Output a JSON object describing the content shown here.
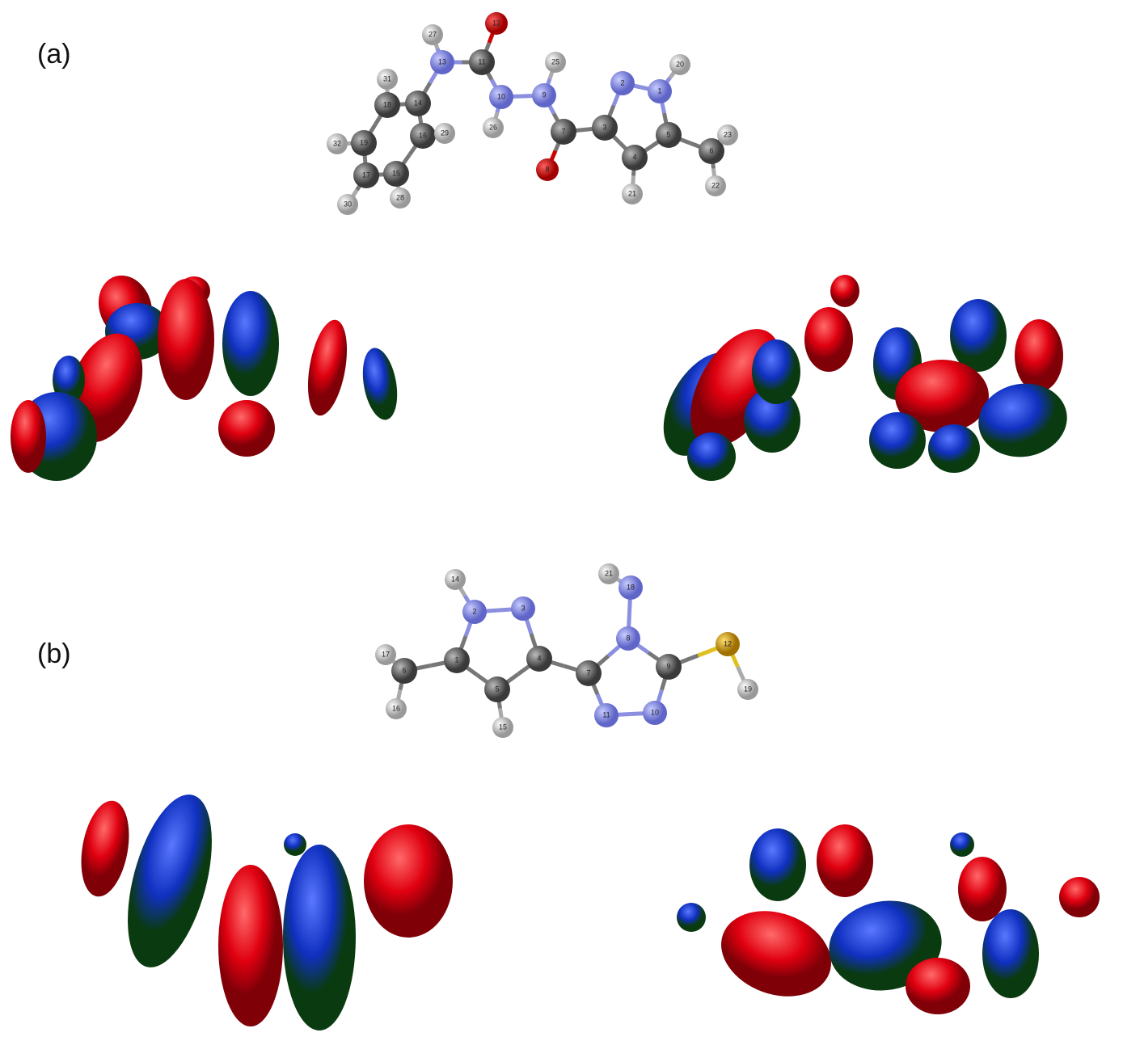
{
  "panels": [
    {
      "label": "(a)",
      "atoms": [
        "1",
        "2",
        "3",
        "4",
        "5",
        "6",
        "7",
        "8",
        "9",
        "10",
        "11",
        "12",
        "13",
        "14",
        "15",
        "16",
        "17",
        "18",
        "19",
        "20",
        "21",
        "22",
        "23",
        "25",
        "26",
        "27",
        "28",
        "29",
        "30",
        "31",
        "32"
      ]
    },
    {
      "label": "(b)",
      "atoms": [
        "1",
        "2",
        "3",
        "4",
        "5",
        "6",
        "7",
        "8",
        "9",
        "10",
        "11",
        "12",
        "14",
        "15",
        "16",
        "17",
        "18",
        "19",
        "21"
      ]
    }
  ],
  "colors": {
    "carbon": "#5a5a5a",
    "nitrogen": "#8a8fe0",
    "oxygen": "#d00000",
    "hydrogen": "#dcdcdc",
    "sulfur": "#d4a017",
    "lobe_pos": "#e00010",
    "lobe_neg": "#1030c0"
  }
}
